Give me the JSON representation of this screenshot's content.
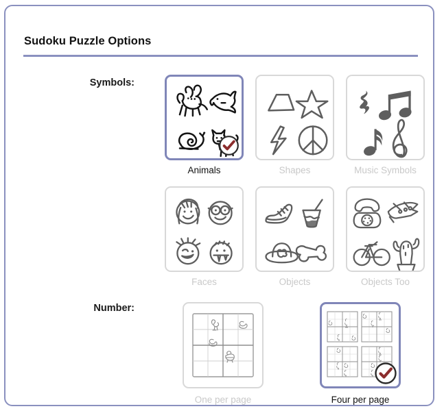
{
  "window": {
    "title": "Sudoku Puzzle Options",
    "border_color": "#8a90bf",
    "rule_color": "#8a90bf"
  },
  "colors": {
    "accent": "#8a90bf",
    "selected_border": "#8086b8",
    "card_border": "#d8d8d8",
    "label_unselected": "#c9c9c9",
    "label_selected": "#111111",
    "doodle_dark": "#1a1a1a",
    "doodle_gray": "#5e5e5e",
    "check_mark": "#8c2d2d",
    "check_ring": "#2b2b2b"
  },
  "sections": [
    {
      "label": "Symbols:",
      "name": "symbols",
      "rows": [
        [
          {
            "label": "Animals",
            "selected": true,
            "icon_set": "animals-icon",
            "icons": [
              "mouse-icon",
              "shark-icon",
              "snail-icon",
              "cat-icon"
            ]
          },
          {
            "label": "Shapes",
            "selected": false,
            "icon_set": "shapes-icon",
            "icons": [
              "trapezoid-icon",
              "star-icon",
              "lightning-bolt-icon",
              "peace-sign-icon"
            ]
          },
          {
            "label": "Music Symbols",
            "selected": false,
            "icon_set": "music-icon",
            "icons": [
              "rest-icon",
              "beamed-notes-icon",
              "eighth-note-icon",
              "treble-clef-icon"
            ]
          }
        ],
        [
          {
            "label": "Faces",
            "selected": false,
            "icon_set": "faces-icon",
            "icons": [
              "girl-face-icon",
              "glasses-face-icon",
              "winking-face-icon",
              "fangs-face-icon"
            ]
          },
          {
            "label": "Objects",
            "selected": false,
            "icon_set": "objects-icon",
            "icons": [
              "shoe-icon",
              "drink-cup-icon",
              "hat-icon",
              "bone-icon"
            ]
          },
          {
            "label": "Objects Too",
            "selected": false,
            "icon_set": "objects-too-icon",
            "icons": [
              "telephone-icon",
              "airplane-icon",
              "bicycle-icon",
              "cactus-icon"
            ]
          }
        ]
      ]
    },
    {
      "label": "Number:",
      "name": "number",
      "rows": [
        [
          {
            "label": "One per page",
            "selected": false,
            "icon_set": "one-per-page-preview",
            "grids": 1
          },
          {
            "label": "Four per page",
            "selected": true,
            "icon_set": "four-per-page-preview",
            "grids": 4
          }
        ]
      ]
    }
  ],
  "badges": {
    "selected_check": "check-mark-badge"
  }
}
